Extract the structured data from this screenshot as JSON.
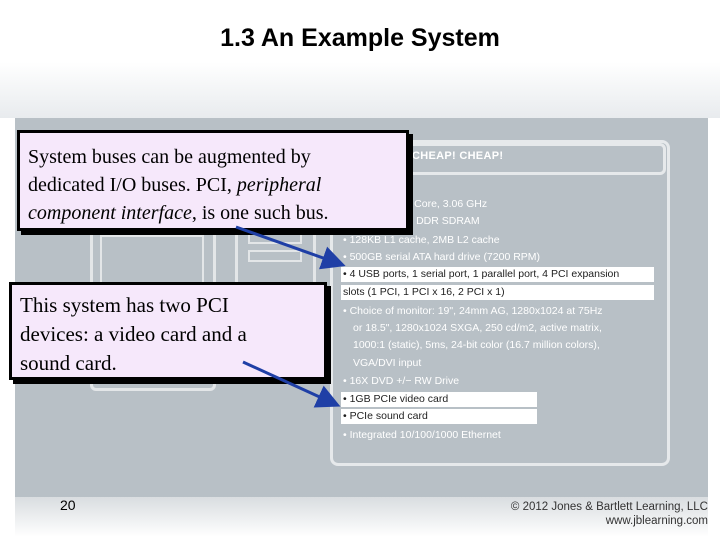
{
  "slide": {
    "title": "1.3 An Example System",
    "page_number": "20",
    "copyright_line1": "© 2012 Jones & Bartlett Learning, LLC",
    "copyright_line2": "www.jblearning.com"
  },
  "ad": {
    "header": "CHEAP! CHEAP!",
    "specs": [
      "m Dual Core, 3.06 GHz",
      "GB DDR SDRAM",
      "• 128KB L1 cache, 2MB L2 cache",
      "• 500GB serial ATA hard drive (7200 RPM)",
      "• 4 USB ports, 1 serial port, 1 parallel port, 4 PCI expansion",
      "slots (1 PCI, 1 PCI x 16, 2 PCI x 1)",
      "• Choice of monitor: 19\", 24mm AG, 1280x1024 at 75Hz",
      "or 18.5\", 1280x1024 SXGA, 250 cd/m2, active matrix,",
      "1000:1 (static), 5ms, 24-bit color (16.7 million colors),",
      "VGA/DVI input",
      "• 16X DVD +/− RW Drive",
      "• 1GB PCIe video card",
      "• PCIe sound card",
      "• Integrated 10/100/1000 Ethernet"
    ]
  },
  "callouts": {
    "first_line1": "System buses can be augmented by",
    "first_line2": "dedicated I/O buses.  PCI, ",
    "first_line2_italic": "peripheral",
    "first_line3_italic": "component interface",
    "first_line3": ", is one such bus.",
    "second_line1": "This system has two PCI",
    "second_line2": "devices: a video card and a",
    "second_line3": "sound card."
  },
  "colors": {
    "callout_fill": "#f6e8fb",
    "arrow": "#1f3fa6",
    "photo_background": "#b8c0c6"
  }
}
